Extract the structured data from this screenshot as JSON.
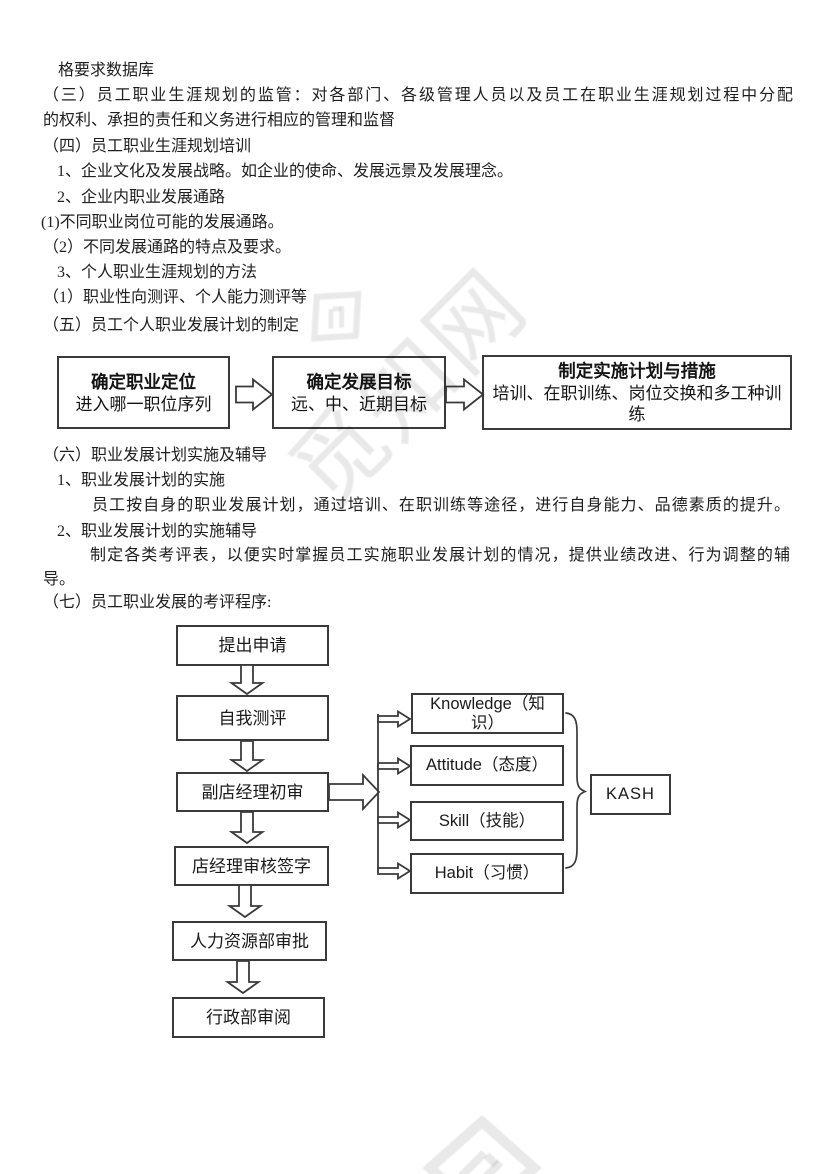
{
  "colors": {
    "text": "#1e1e1e",
    "box_border": "#3a3a3a",
    "background": "#ffffff",
    "watermark": "rgba(0,0,0,0.085)"
  },
  "body_lines": [
    {
      "text": "格要求数据库"
    },
    {
      "text": "（三）员工职业生涯规划的监管：对各部门、各级管理人员以及员工在职业生涯规划过程中分配"
    },
    {
      "text": "的权利、承担的责任和义务进行相应的管理和监督"
    },
    {
      "text": "（四）员工职业生涯规划培训"
    },
    {
      "text": "1、企业文化及发展战略。如企业的使命、发展远景及发展理念。"
    },
    {
      "text": "2、企业内职业发展通路"
    },
    {
      "text": "(1)不同职业岗位可能的发展通路。"
    },
    {
      "text": "（2）不同发展通路的特点及要求。"
    },
    {
      "text": "3、个人职业生涯规划的方法"
    },
    {
      "text": "（1）职业性向测评、个人能力测评等"
    },
    {
      "text": "（五）员工个人职业发展计划的制定"
    },
    {
      "text": "（六）职业发展计划实施及辅导"
    },
    {
      "text": "1、职业发展计划的实施"
    },
    {
      "text": "员工按自身的职业发展计划，通过培训、在职训练等途径，进行自身能力、品德素质的提升。"
    },
    {
      "text": "2、职业发展计划的实施辅导"
    },
    {
      "text": "制定各类考评表，以便实时掌握员工实施职业发展计划的情况，提供业绩改进、行为调整的辅"
    },
    {
      "text": "导。"
    },
    {
      "text": "（七）员工职业发展的考评程序:"
    }
  ],
  "career_plan_chart": {
    "boxes": [
      {
        "title": "确定职业定位",
        "subtitle": "进入哪一职位序列"
      },
      {
        "title": "确定发展目标",
        "subtitle": "远、中、近期目标"
      },
      {
        "title": "制定实施计划与措施",
        "subtitle": "培训、在职训练、岗位交换和多工种训练"
      }
    ]
  },
  "review_flowchart": {
    "steps": [
      {
        "label": "提出申请"
      },
      {
        "label": "自我测评"
      },
      {
        "label": "副店经理初审"
      },
      {
        "label": "店经理审核签字"
      },
      {
        "label": "人力资源部审批"
      },
      {
        "label": "行政部审阅"
      }
    ],
    "kash_items": [
      {
        "line1": "Knowledge（知",
        "line2": "识）"
      },
      {
        "line1": "Attitude（态度）",
        "line2": ""
      },
      {
        "line1": "Skill（技能）",
        "line2": ""
      },
      {
        "line1": "Habit（习惯）",
        "line2": ""
      }
    ],
    "kash_label": "KASH"
  },
  "watermark": {
    "text": "觅知网"
  }
}
